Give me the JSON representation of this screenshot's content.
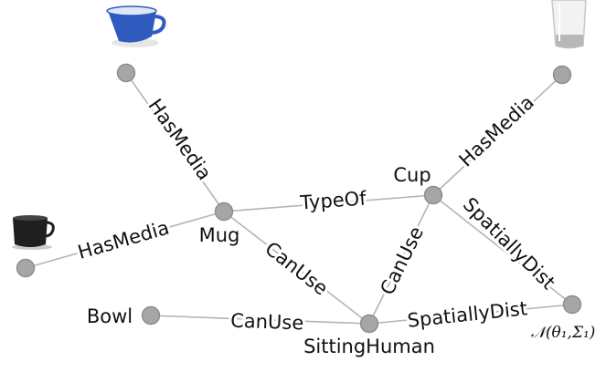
{
  "nodes": {
    "mug": "Mug",
    "cup": "Cup",
    "bowl": "Bowl",
    "sitting_human": "SittingHuman",
    "gaussian": "𝒩(θ₁,Σ₁)"
  },
  "edges": {
    "mug_has_media": "HasMedia",
    "dark_mug_has_media": "HasMedia",
    "cup_has_media": "HasMedia",
    "type_of": "TypeOf",
    "mug_can_use": "CanUse",
    "cup_can_use": "CanUse",
    "bowl_can_use": "CanUse",
    "cup_spatially_dist": "SpatiallyDist",
    "human_spatially_dist": "SpatiallyDist"
  },
  "media": {
    "blue_mug": "blue-mug-photo",
    "dark_mug": "dark-mug-photo",
    "glass": "glass-cup-photo"
  },
  "colors": {
    "node_fill": "#a6a6a6",
    "edge": "#b4b4b4",
    "blue_mug": "#2f5bbf"
  }
}
